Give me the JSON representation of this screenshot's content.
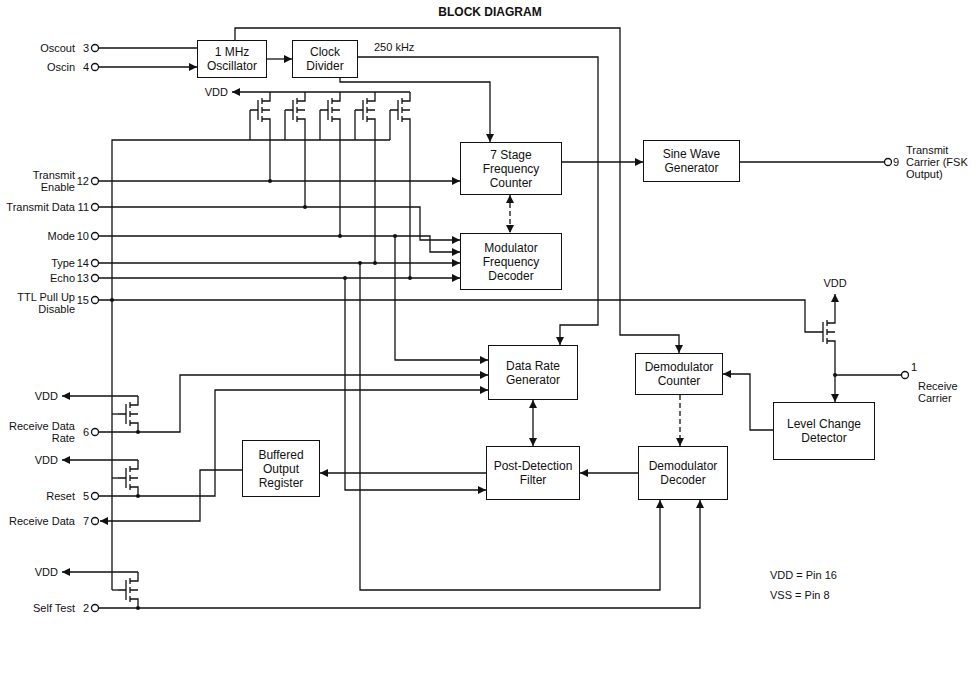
{
  "diagram": {
    "title": "BLOCK DIAGRAM",
    "nodes": [
      {
        "text": [
          "1 MHz Oscillator"
        ]
      },
      {
        "text": [
          "Clock Divider"
        ]
      },
      {
        "text": [
          "7 Stage Frequency Counter"
        ]
      },
      {
        "text": [
          "Sine Wave Generator"
        ]
      },
      {
        "text": [
          "Modulator Frequency Decoder"
        ]
      },
      {
        "text": [
          "Data Rate Generator"
        ]
      },
      {
        "text": [
          "Demodulator Counter"
        ]
      },
      {
        "text": [
          "Level Change Detector"
        ]
      },
      {
        "text": [
          "Post-Detection Filter"
        ]
      },
      {
        "text": [
          "Demodulator Decoder"
        ]
      },
      {
        "text": [
          "Buffered Output Register"
        ]
      }
    ],
    "edges": [
      {
        "from": 0,
        "to": 1,
        "arrow": "to"
      },
      {
        "from": 0,
        "to": 6,
        "arrow": "to"
      },
      {
        "from": 1,
        "to": 2,
        "arrow": "to"
      },
      {
        "from": 2,
        "to": 3,
        "arrow": "to"
      },
      {
        "from": 2,
        "to": 4,
        "arrow": "both"
      },
      {
        "from": 1,
        "to": 5,
        "label": "250 kHz",
        "arrow": "to"
      },
      {
        "from": 7,
        "to": 6,
        "arrow": "to"
      },
      {
        "from": 6,
        "to": 9,
        "arrow": "to"
      },
      {
        "from": 9,
        "to": 8,
        "arrow": "to"
      },
      {
        "from": 5,
        "to": 8,
        "arrow": "both"
      },
      {
        "from": 8,
        "to": 10,
        "arrow": "to"
      }
    ],
    "labels": [
      "Oscout",
      "3",
      "Oscin",
      "4",
      "VDD",
      "Transmit Enable",
      "12",
      "Transmit Data",
      "11",
      "Mode",
      "10",
      "Type",
      "14",
      "Echo",
      "13",
      "TTL Pull Up Disable",
      "15",
      "VDD",
      "Receive Data Rate",
      "6",
      "VDD",
      "Reset",
      "5",
      "Receive Data",
      "7",
      "VDD",
      "Self Test",
      "2",
      "9",
      "Transmit Carrier (FSK Output)",
      "VDD",
      "1",
      "Receive Carrier",
      "VDD = Pin 16",
      "VSS = Pin 8"
    ]
  }
}
